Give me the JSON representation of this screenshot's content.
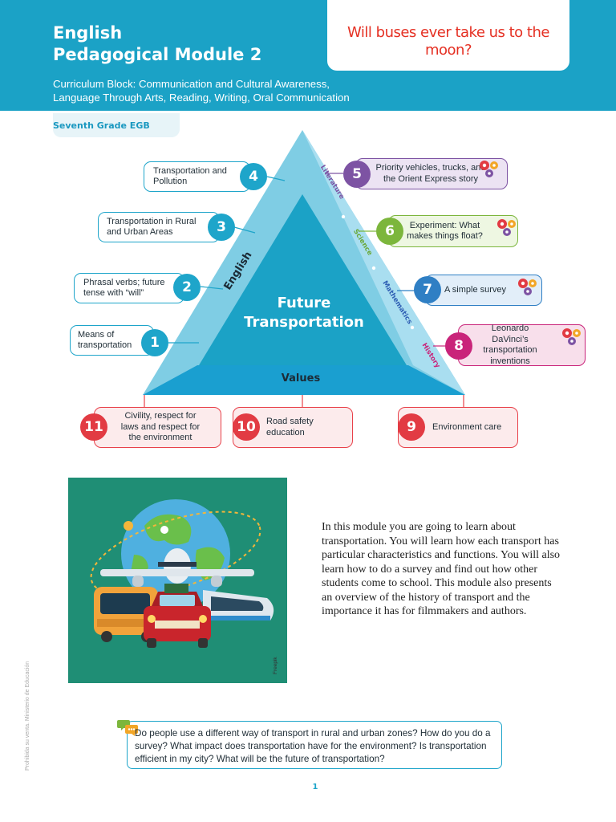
{
  "header": {
    "title_line1": "English",
    "title_line2": "Pedagogical Module 2",
    "curriculum_line1": "Curriculum Block: Communication and Cultural Awareness,",
    "curriculum_line2": "Language Through Arts, Reading, Writing, Oral Communication",
    "question": "Will buses ever take us to the moon?",
    "colors": {
      "header_bg": "#1ba2c6",
      "question_text": "#e53023"
    }
  },
  "grade": "Seventh Grade EGB",
  "diagram": {
    "center_line1": "Future",
    "center_line2": "Transportation",
    "base_label": "Values",
    "left_side_label": "English",
    "right_side_subjects": [
      "Literature",
      "Science",
      "Mathematics",
      "History"
    ],
    "colors": {
      "triangle_outer": "#7fcde4",
      "triangle_inner": "#1ba2c6",
      "values_band": "#1a9fd0"
    },
    "topics": [
      {
        "number": "1",
        "text": "Means of transportation"
      },
      {
        "number": "2",
        "text": "Phrasal verbs; future tense with “will”"
      },
      {
        "number": "3",
        "text": "Transportation in Rural and Urban Areas"
      },
      {
        "number": "4",
        "text": "Transportation and Pollution"
      },
      {
        "number": "5",
        "text": "Priority vehicles, trucks, and the Orient Express story"
      },
      {
        "number": "6",
        "text": "Experiment: What makes things float?"
      },
      {
        "number": "7",
        "text": "A simple survey"
      },
      {
        "number": "8",
        "text": "Leonardo DaVinci’s transportation inventions"
      },
      {
        "number": "9",
        "text": "Environment care"
      },
      {
        "number": "10",
        "text": "Road safety education"
      },
      {
        "number": "11",
        "text": "Civility, respect for laws and respect for the environment"
      }
    ]
  },
  "illustration": {
    "credit": "Freepik"
  },
  "intro_text": "In this module you are going to learn about transportation. You will learn how each transport has particular characteristics and functions. You will also learn how to do a survey and find out how other students come to school. This module also presents an overview of the history of transport and the importance it has for filmmakers and authors.",
  "side_note": "Prohibida su venta. Ministerio de Educación",
  "discussion_questions": "Do people use a different way of transport in rural and urban zones? How do you do a survey? What impact does transportation have for the environment? Is transportation efficient in my city? What will be the future of transportation?",
  "page_number": "1"
}
